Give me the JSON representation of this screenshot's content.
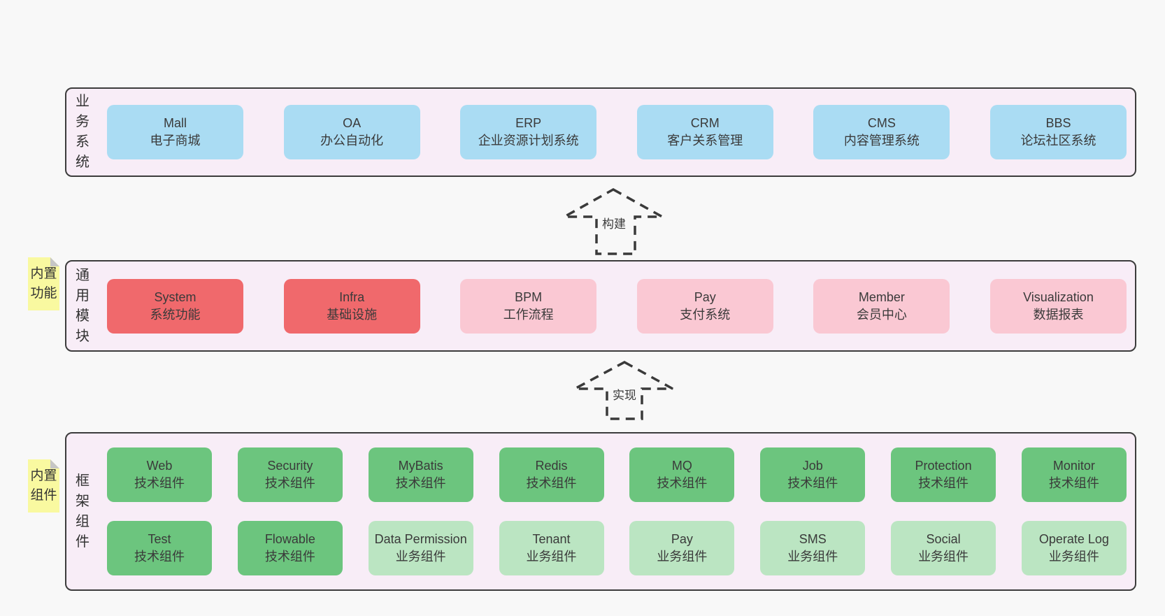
{
  "diagram": {
    "layers": {
      "business": {
        "label": "业务系统",
        "boxes": [
          {
            "title": "Mall",
            "subtitle": "电子商城"
          },
          {
            "title": "OA",
            "subtitle": "办公自动化"
          },
          {
            "title": "ERP",
            "subtitle": "企业资源计划系统"
          },
          {
            "title": "CRM",
            "subtitle": "客户关系管理"
          },
          {
            "title": "CMS",
            "subtitle": "内容管理系统"
          },
          {
            "title": "BBS",
            "subtitle": "论坛社区系统"
          }
        ]
      },
      "modules": {
        "label": "通用模块",
        "note": "内置功能",
        "boxes": [
          {
            "title": "System",
            "subtitle": "系统功能"
          },
          {
            "title": "Infra",
            "subtitle": "基础设施"
          },
          {
            "title": "BPM",
            "subtitle": "工作流程"
          },
          {
            "title": "Pay",
            "subtitle": "支付系统"
          },
          {
            "title": "Member",
            "subtitle": "会员中心"
          },
          {
            "title": "Visualization",
            "subtitle": "数据报表"
          }
        ]
      },
      "framework": {
        "label": "框架组件",
        "note": "内置组件",
        "row1": [
          {
            "title": "Web",
            "subtitle": "技术组件"
          },
          {
            "title": "Security",
            "subtitle": "技术组件"
          },
          {
            "title": "MyBatis",
            "subtitle": "技术组件"
          },
          {
            "title": "Redis",
            "subtitle": "技术组件"
          },
          {
            "title": "MQ",
            "subtitle": "技术组件"
          },
          {
            "title": "Job",
            "subtitle": "技术组件"
          },
          {
            "title": "Protection",
            "subtitle": "技术组件"
          },
          {
            "title": "Monitor",
            "subtitle": "技术组件"
          }
        ],
        "row2": [
          {
            "title": "Test",
            "subtitle": "技术组件"
          },
          {
            "title": "Flowable",
            "subtitle": "技术组件"
          },
          {
            "title": "Data Permission",
            "subtitle": "业务组件"
          },
          {
            "title": "Tenant",
            "subtitle": "业务组件"
          },
          {
            "title": "Pay",
            "subtitle": "业务组件"
          },
          {
            "title": "SMS",
            "subtitle": "业务组件"
          },
          {
            "title": "Social",
            "subtitle": "业务组件"
          },
          {
            "title": "Operate Log",
            "subtitle": "业务组件"
          }
        ]
      }
    },
    "arrows": {
      "build": "构建",
      "implement": "实现"
    },
    "colors": {
      "page_bg": "#f8f8f8",
      "panel_bg": "#f8edf7",
      "panel_border": "#3c3c3c",
      "blue": "#aadcf3",
      "red": "#f0696c",
      "pink": "#fac8d3",
      "green": "#6cc57e",
      "light_green": "#bbe5c2",
      "note_yellow": "#f9f9a0",
      "text": "#3a3a3a"
    }
  }
}
